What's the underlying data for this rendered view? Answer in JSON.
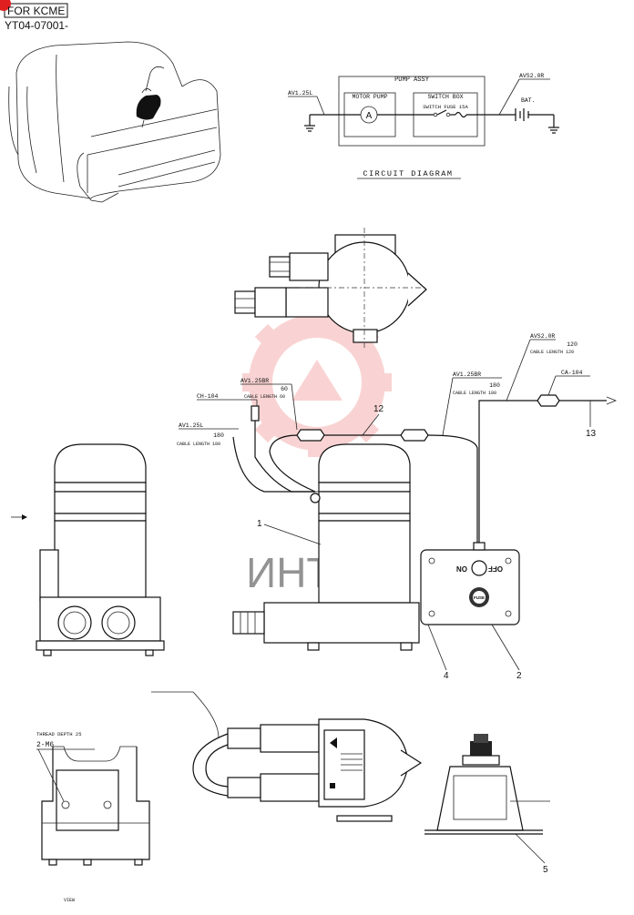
{
  "header": {
    "model_label": "FOR KCME",
    "serial_label": "YT04-07001-"
  },
  "circuit": {
    "title": "CIRCUIT DIAGRAM",
    "assy_label": "PUMP ASSY",
    "motor_label": "MOTOR PUMP",
    "motor_symbol": "A",
    "switch_box_label": "SWITCH BOX",
    "switch_fuse_label": "SWITCH   FUSE 15A",
    "wire_left": "AV1.25L",
    "wire_right": "AVS2.0R",
    "battery_label": "BAT."
  },
  "cables": {
    "ch104": "CH-104",
    "av125l": "AV1.25L",
    "av125l_len_value": "180",
    "av125l_len_text": "CABLE LENGTH 180",
    "av125br_a": "AV1.25BR",
    "av125br_a_len_value": "60",
    "av125br_a_len_text": "CABLE LENGTH 60",
    "av125br_b": "AV1.25BR",
    "av125br_b_len_value": "180",
    "av125br_b_len_text": "CABLE LENGTH 180",
    "avs20r": "AVS2.0R",
    "avs20r_len_value": "120",
    "avs20r_len_text": "CABLE LENGTH 120",
    "ca104": "CA-104"
  },
  "callouts": {
    "c1": "1",
    "c2": "2",
    "c4": "4",
    "c5": "5",
    "c12": "12",
    "c13": "13"
  },
  "switch_panel": {
    "off": "OFF",
    "on": "ON",
    "fuse": "FUSE"
  },
  "bottom_view": {
    "thread_note": "THREAD DEPTH 25",
    "bolt_note": "2-M6",
    "view_label": "VIEW"
  },
  "watermark": {
    "text": "ИНТЕХ",
    "color": "#e83a3a"
  }
}
